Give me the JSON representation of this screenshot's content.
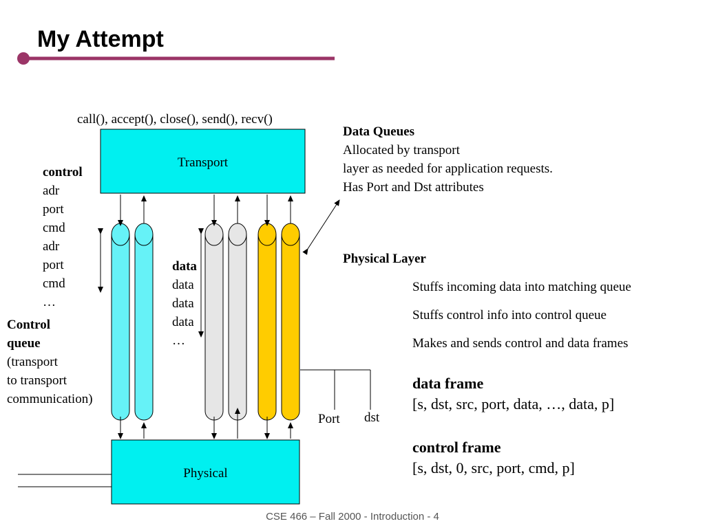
{
  "slide": {
    "title": "My Attempt",
    "footer": "CSE 466 – Fall 2000 - Introduction - 4",
    "accent_color": "#9b3567"
  },
  "diagram": {
    "api_calls": "call(), accept(), close(), send(), recv()",
    "transport_label": "Transport",
    "physical_label": "Physical",
    "port_label": "Port",
    "dst_label": "dst",
    "control_list": {
      "heading": "control",
      "items": [
        "adr",
        "port",
        "cmd",
        "adr",
        "port",
        "cmd",
        "…"
      ]
    },
    "control_queue_caption": {
      "line1": "Control",
      "line2": "queue",
      "line3": "(transport",
      "line4": "to transport",
      "line5": "communication)"
    },
    "data_list": {
      "heading": "data",
      "items": [
        "data",
        "data",
        "data",
        "…"
      ]
    },
    "colors": {
      "control_queue": "#66f2f7",
      "cyan_box": "#00f0f0",
      "data_queue_grey": "#e6e6e6",
      "data_queue_yellow": "#ffcc00"
    }
  },
  "notes": {
    "data_queues": {
      "heading": "Data Queues",
      "line1": "Allocated by transport",
      "line2": "layer as needed for application requests.",
      "line3": "Has Port and Dst attributes"
    },
    "physical_layer": {
      "heading": "Physical Layer",
      "items": [
        "Stuffs incoming data into matching queue",
        "Stuffs control info into control queue",
        "Makes and sends control and data frames"
      ]
    },
    "data_frame": {
      "heading": "data frame",
      "format": "[s, dst, src, port, data, …, data, p]"
    },
    "control_frame": {
      "heading": "control frame",
      "format": "[s, dst, 0, src, port, cmd, p]"
    }
  }
}
